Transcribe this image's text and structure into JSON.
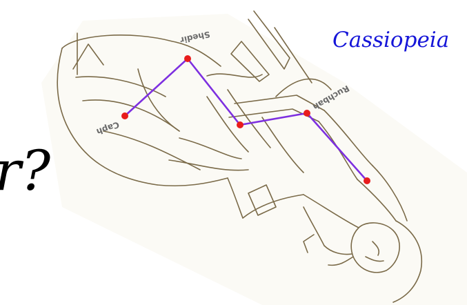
{
  "title": "Cassiopeia",
  "cut_text": "r?",
  "colors": {
    "title": "#1515d8",
    "star": "#e81c1c",
    "line": "#7d2fe0",
    "sketch": "#7a6a48",
    "label": "#6a6a6a"
  },
  "stars": [
    {
      "id": "caph",
      "label": "Caph"
    },
    {
      "id": "shedir",
      "label": "Shedir"
    },
    {
      "id": "gamma",
      "label": ""
    },
    {
      "id": "ruchbah",
      "label": "Ruchbah"
    },
    {
      "id": "segin",
      "label": ""
    }
  ]
}
